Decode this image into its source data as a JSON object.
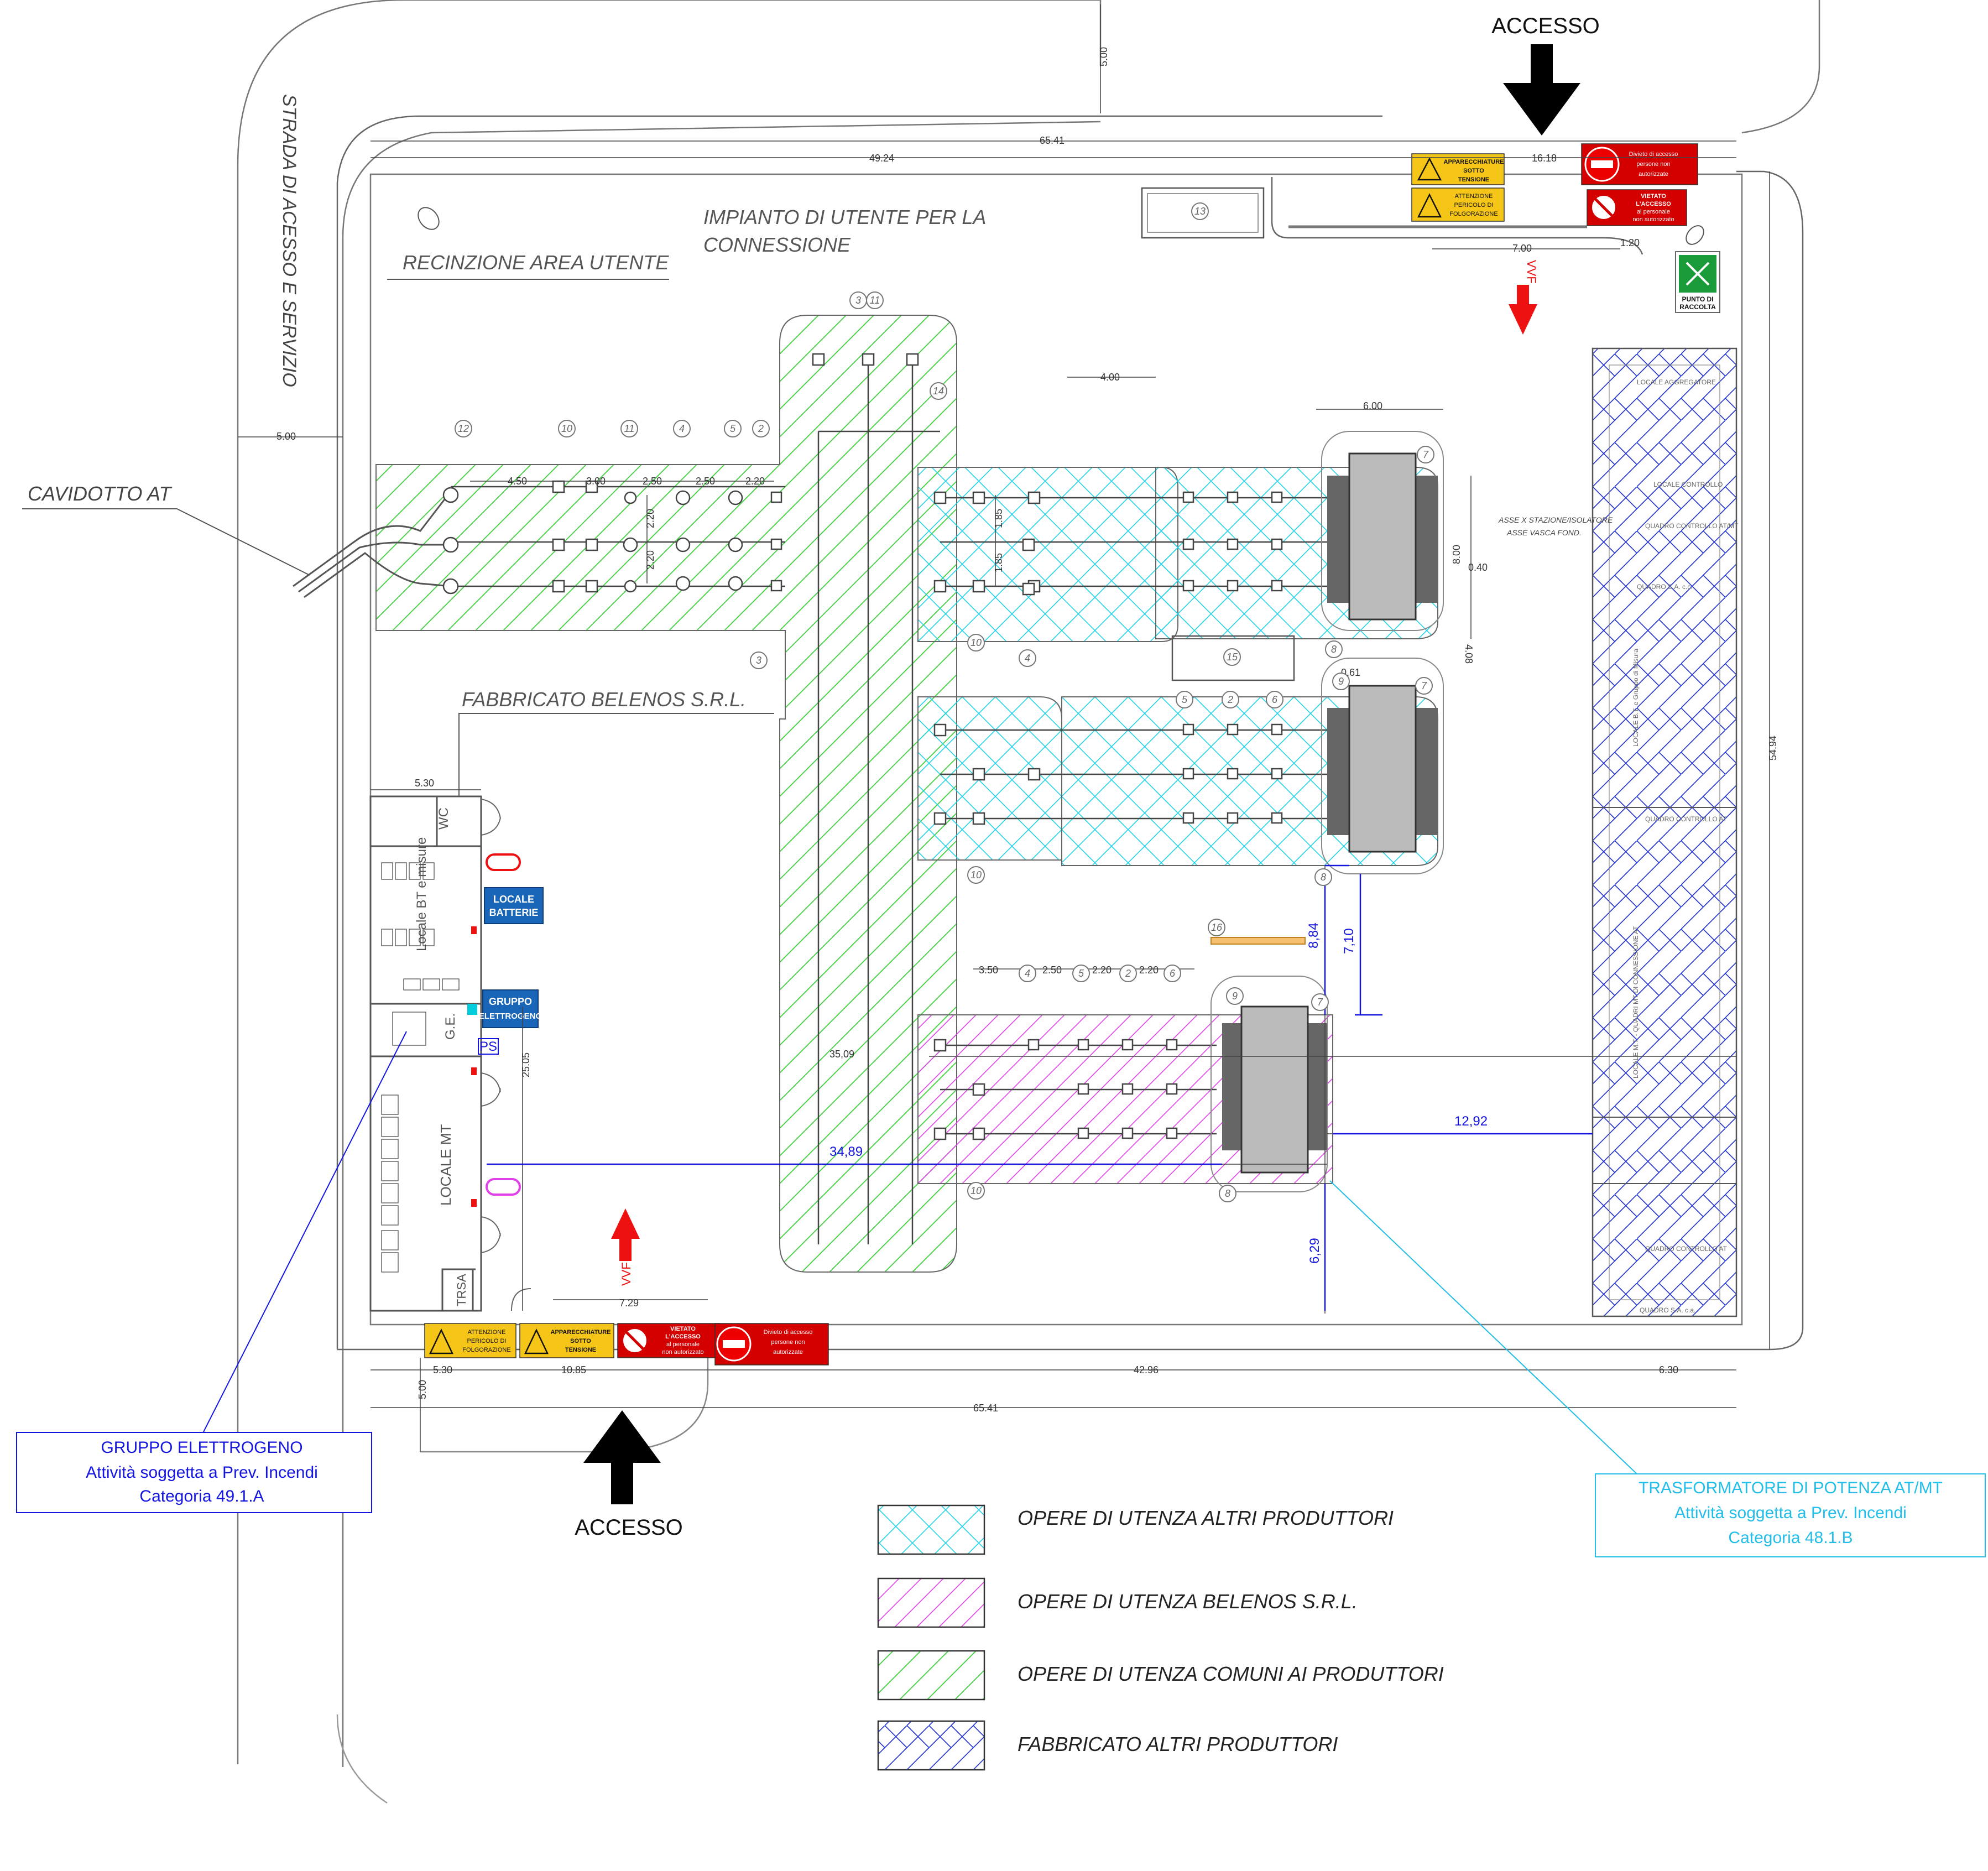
{
  "labels": {
    "road": "STRADA DI ACESSO E SERVIZIO",
    "cavidotto": "CAVIDOTTO AT",
    "impianto_line1": "IMPIANTO DI UTENTE PER LA",
    "impianto_line2": "CONNESSIONE",
    "recinzione": "RECINZIONE AREA UTENTE",
    "fabbricato": "FABBRICATO BELENOS S.R.L.",
    "access_top": "ACCESSO",
    "access_bottom": "ACCESSO",
    "vvf": "VVF",
    "locale_bt": "Locale BT e misure",
    "locale_mt": "LOCALE MT",
    "ge": "G.E.",
    "wc": "WC",
    "trsa": "TRSA",
    "ps": "PS",
    "asse1": "ASSE X STAZIONE/ISOLATORE",
    "asse2": "ASSE VASCA FOND."
  },
  "dimensions": {
    "d_5_00_a": "5.00",
    "d_5_00_b": "5.00",
    "d_5_00_c": "5.00",
    "d_65_41_top": "65.41",
    "d_49_24": "49.24",
    "d_16_18": "16.18",
    "d_7_00": "7.00",
    "d_1_20": "1.20",
    "d_4_00": "4.00",
    "d_6_00": "6.00",
    "d_4_50": "4.50",
    "d_3_00": "3.00",
    "d_2_50a": "2.50",
    "d_2_50b": "2.50",
    "d_2_20a": "2.20",
    "d_2_20v1": "2.20",
    "d_2_20v2": "2.20",
    "d_1_85a": "1.85",
    "d_1_85b": "1.85",
    "d_8_00": "8.00",
    "d_0_40": "0.40",
    "d_4_08": "4.08",
    "d_0_61": "0.61",
    "d_5_30_top": "5.30",
    "d_54_94": "54.94",
    "d_8_84": "8,84",
    "d_7_10": "7,10",
    "d_3_50": "3.50",
    "d_2_50c": "2.50",
    "d_2_20b": "2.20",
    "d_2_20c": "2.20",
    "d_35_09": "35,09",
    "d_25_05": "25.05",
    "d_34_89": "34,89",
    "d_12_92": "12,92",
    "d_6_29": "6,29",
    "d_7_29": "7.29",
    "d_5_30_bot": "5.30",
    "d_10_85": "10.85",
    "d_42_96": "42.96",
    "d_6_30": "6.30",
    "d_65_41_bot": "65.41"
  },
  "markers": {
    "m3a": "3",
    "m11a": "11",
    "m14": "14",
    "m12": "12",
    "m10a": "10",
    "m11b": "11",
    "m4a": "4",
    "m5a": "5",
    "m2a": "2",
    "m13": "13",
    "m7a": "7",
    "m3b": "3",
    "m10b": "10",
    "m4b": "4",
    "m15": "15",
    "m8a": "8",
    "m9a": "9",
    "m7b": "7",
    "m5b": "5",
    "m2b": "2",
    "m6a": "6",
    "m10c": "10",
    "m8b": "8",
    "m16": "16",
    "m4c": "4",
    "m5c": "5",
    "m2c": "2",
    "m6b": "6",
    "m9b": "9",
    "m7c": "7",
    "m10d": "10",
    "m8c": "8"
  },
  "signs": {
    "danger1_top": "APPARECCHIATURE",
    "danger1_mid": "SOTTO",
    "danger1_bot": "TENSIONE",
    "danger2_top": "ATTENZIONE",
    "danger2_mid": "PERICOLO DI",
    "danger2_bot": "FOLGORAZIONE",
    "noentry_l1": "Divieto di accesso",
    "noentry_l2": "persone non",
    "noentry_l3": "autorizzate",
    "vietato_l1": "VIETATO",
    "vietato_l2": "L'ACCESSO",
    "vietato_l3": "al personale",
    "vietato_l4": "non autorizzato",
    "punto_l1": "PUNTO DI",
    "punto_l2": "RACCOLTA",
    "batterie_l1": "LOCALE",
    "batterie_l2": "BATTERIE",
    "gruppo_l1": "GRUPPO",
    "gruppo_l2": "ELETTROGENO"
  },
  "room_labels": {
    "r1": "LOCALE AGGREGATORE",
    "r2": "LOCALE CONTROLLO",
    "r3": "QUADRO CONTROLLO AT/MT",
    "r4": "QUADRO S.A. c.c.",
    "r5": "LOCALE B.T. e Gruppo di Misura",
    "r6": "QUADRO CONTROLLO AT",
    "r7": "LOCALE M.T. - QUADRI MT DI CONNESSIONE AT",
    "r8": "QUADRO CONTROLLO AT",
    "r9": "QUADRO S.A. c.a."
  },
  "callouts": {
    "gruppo_title": "GRUPPO ELETTROGENO",
    "gruppo_line2": "Attività soggetta a Prev. Incendi",
    "gruppo_line3": "Categoria 49.1.A",
    "trasf_title": "TRASFORMATORE DI POTENZA AT/MT",
    "trasf_line2": "Attività soggetta a Prev. Incendi",
    "trasf_line3": "Categoria 48.1.B"
  },
  "legend": [
    {
      "label": "OPERE DI UTENZA ALTRI PRODUTTORI",
      "color": "#22d3e8"
    },
    {
      "label": "OPERE DI UTENZA BELENOS S.R.L.",
      "color": "#e040e8"
    },
    {
      "label": "OPERE DI UTENZA COMUNI AI PRODUTTORI",
      "color": "#40d040"
    },
    {
      "label": "FABBRICATO ALTRI PRODUTTORI",
      "color": "#2233cc"
    }
  ],
  "colors": {
    "line": "#555555",
    "cyan": "#22d3e8",
    "magenta": "#e040e8",
    "green": "#40d040",
    "navy": "#2233cc",
    "blue_dim": "#1515e0",
    "red": "#ee1111",
    "yellow": "#f5c518"
  }
}
